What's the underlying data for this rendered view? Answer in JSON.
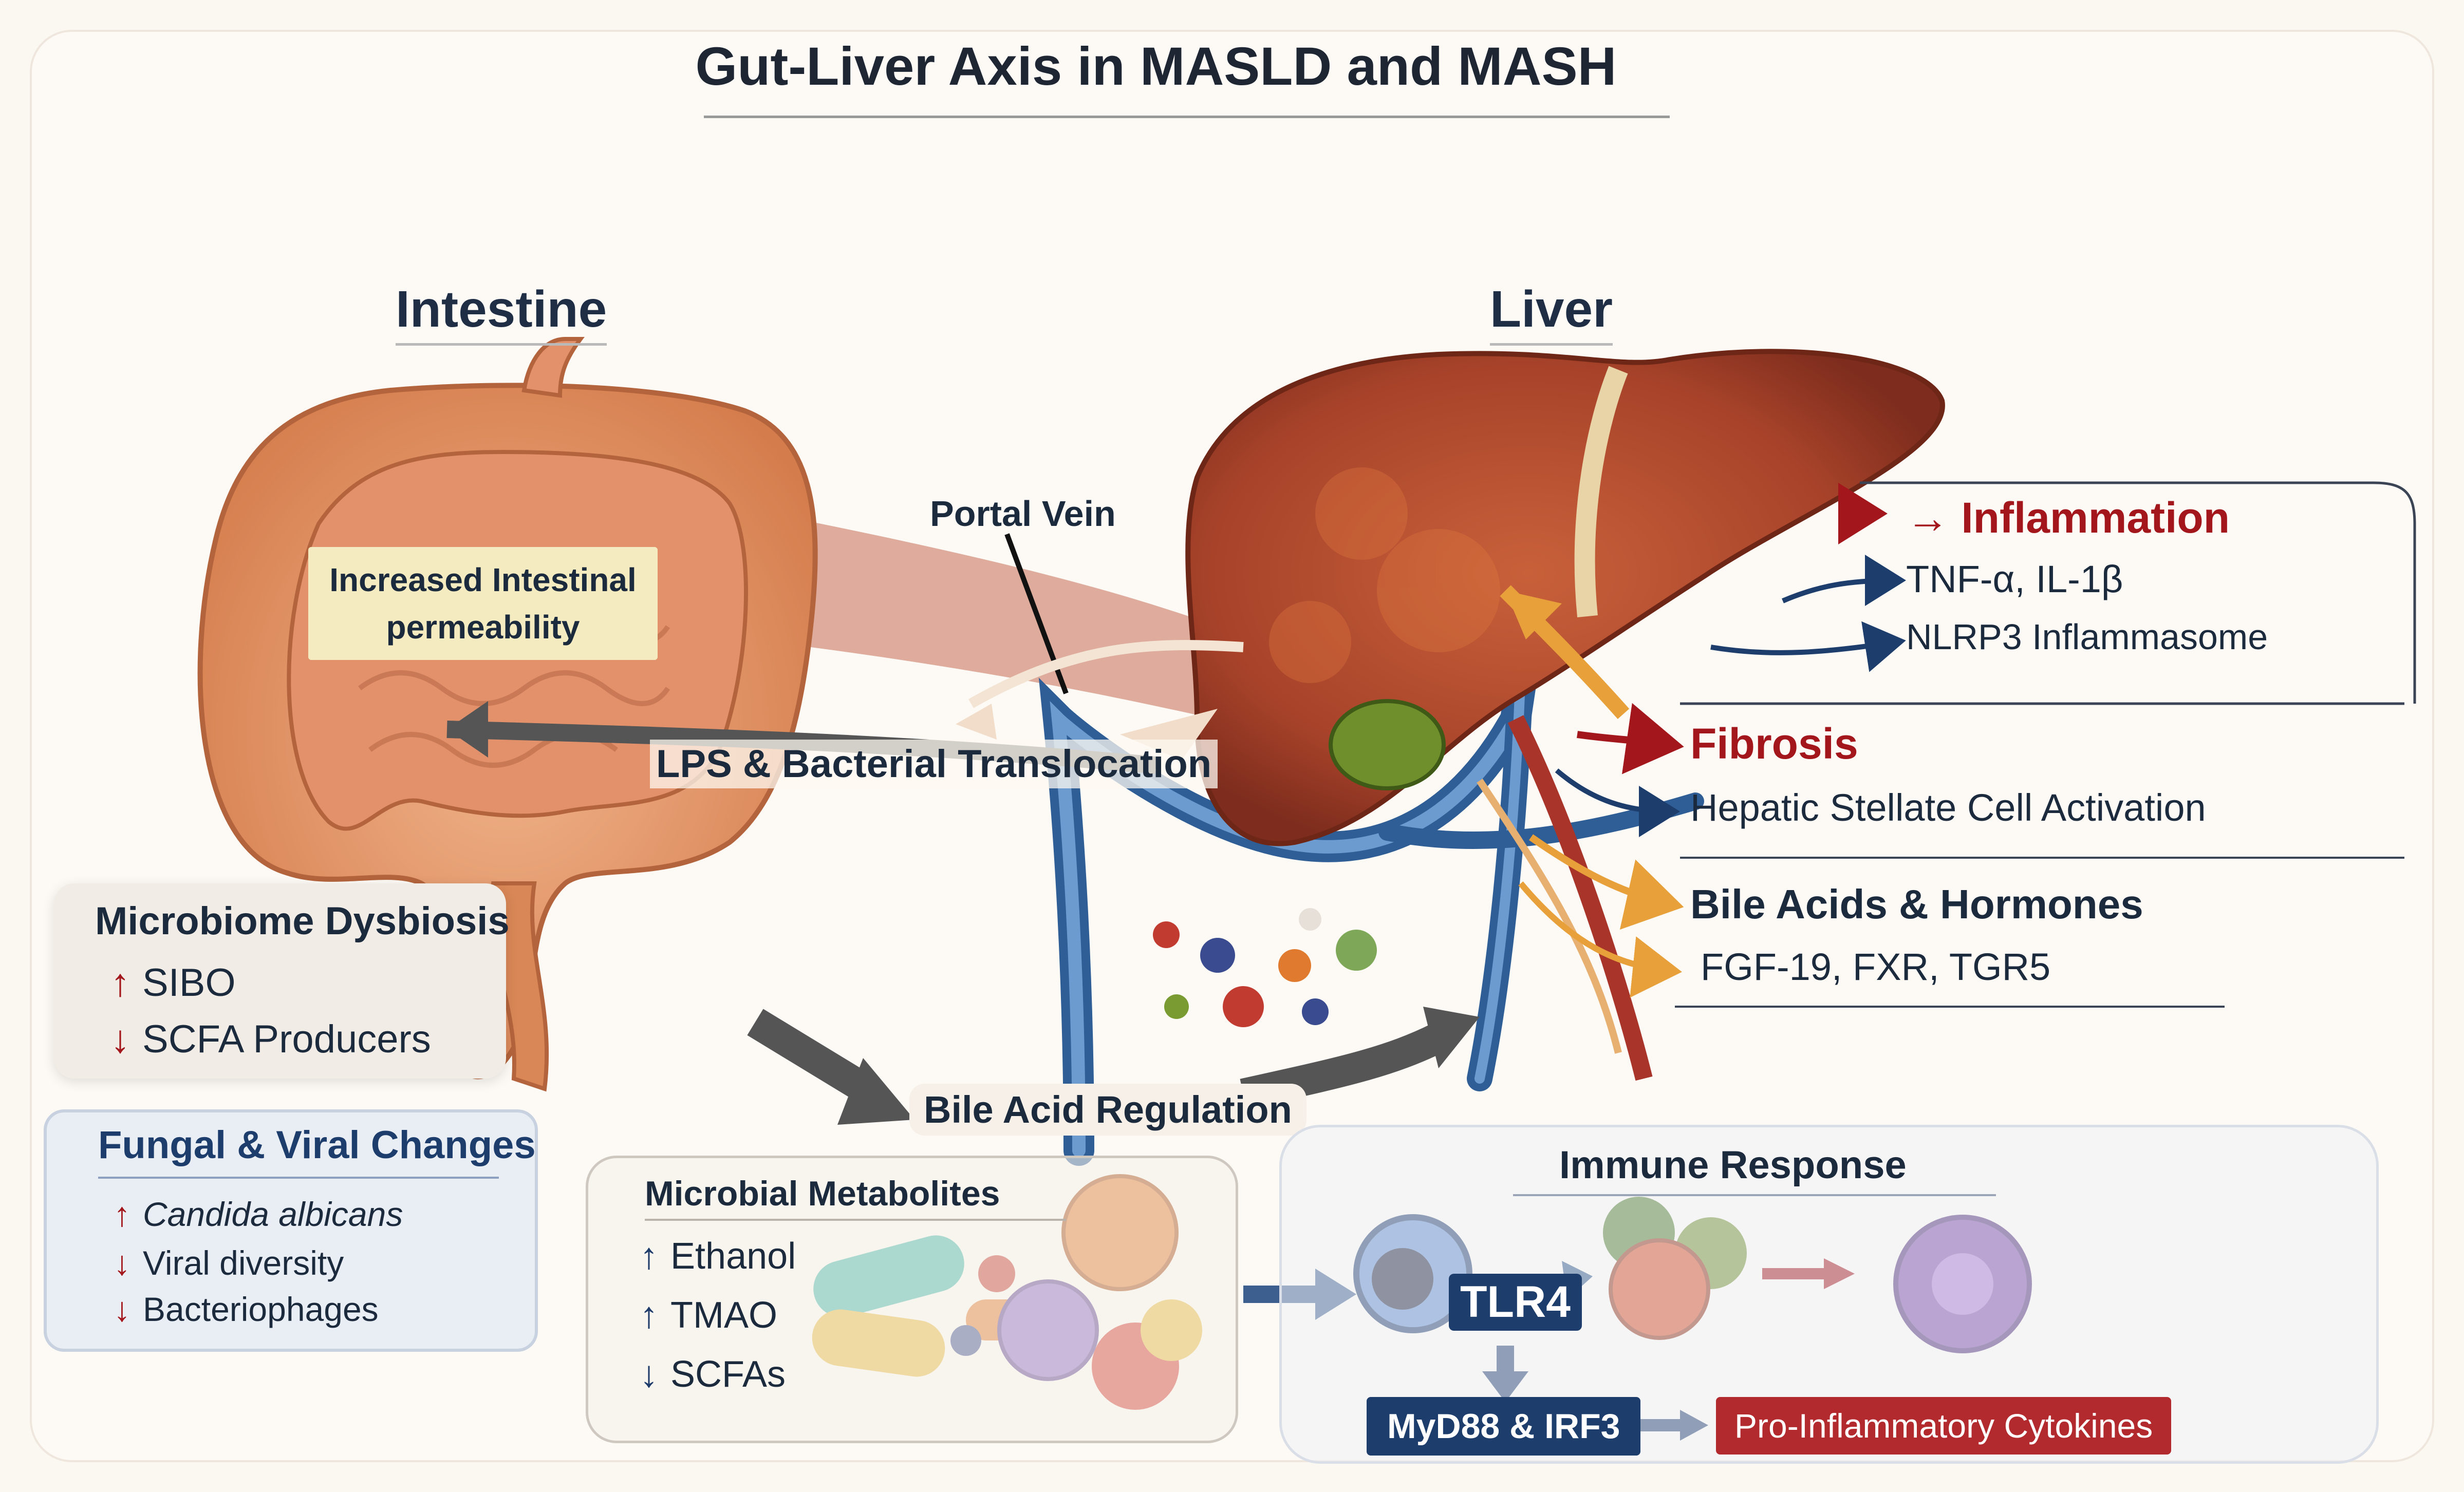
{
  "title": "Gut-Liver Axis in MASLD and MASH",
  "headings": {
    "intestine": "Intestine",
    "liver": "Liver"
  },
  "labels": {
    "increased_permeability_line1": "Increased Intestinal",
    "increased_permeability_line2": "permeability",
    "portal_vein": "Portal Vein",
    "lps_translocation": "LPS & Bacterial Translocation",
    "bile_acid_regulation": "Bile Acid Regulation"
  },
  "liver_effects": {
    "inflammation": {
      "title": "Inflammation",
      "items": [
        "TNF-α, IL-1β",
        "NLRP3 Inflammasome"
      ]
    },
    "fibrosis": {
      "title": "Fibrosis",
      "items": [
        "Hepatic Stellate Cell Activation"
      ]
    },
    "bile": {
      "title": "Bile Acids & Hormones",
      "items": [
        "FGF-19, FXR, TGR5"
      ]
    }
  },
  "microbiome": {
    "title": "Microbiome Dysbiosis",
    "items": [
      {
        "dir": "↑",
        "text": "SIBO"
      },
      {
        "dir": "↓",
        "text": "SCFA Producers"
      }
    ]
  },
  "fungal": {
    "title": "Fungal & Viral Changes",
    "items": [
      {
        "dir": "↑",
        "text": "Candida albicans"
      },
      {
        "dir": "↓",
        "text": "Viral diversity"
      },
      {
        "dir": "↓",
        "text": "Bacteriophages"
      }
    ]
  },
  "metabolites": {
    "title": "Microbial Metabolites",
    "items": [
      {
        "dir": "↑",
        "text": "Ethanol"
      },
      {
        "dir": "↑",
        "text": "TMAO"
      },
      {
        "dir": "↓",
        "text": "SCFAs"
      }
    ]
  },
  "immune": {
    "title": "Immune Response",
    "tlr": "TLR4",
    "myd": "MyD88 & IRF3",
    "cytokines": "Pro-Inflammatory Cytokines"
  },
  "colors": {
    "accent_red": "#a3161b",
    "navy": "#1d3d6c",
    "liver": "#b5482a",
    "intestine": "#e69a6c",
    "bile_arrow": "#e8a03a"
  }
}
